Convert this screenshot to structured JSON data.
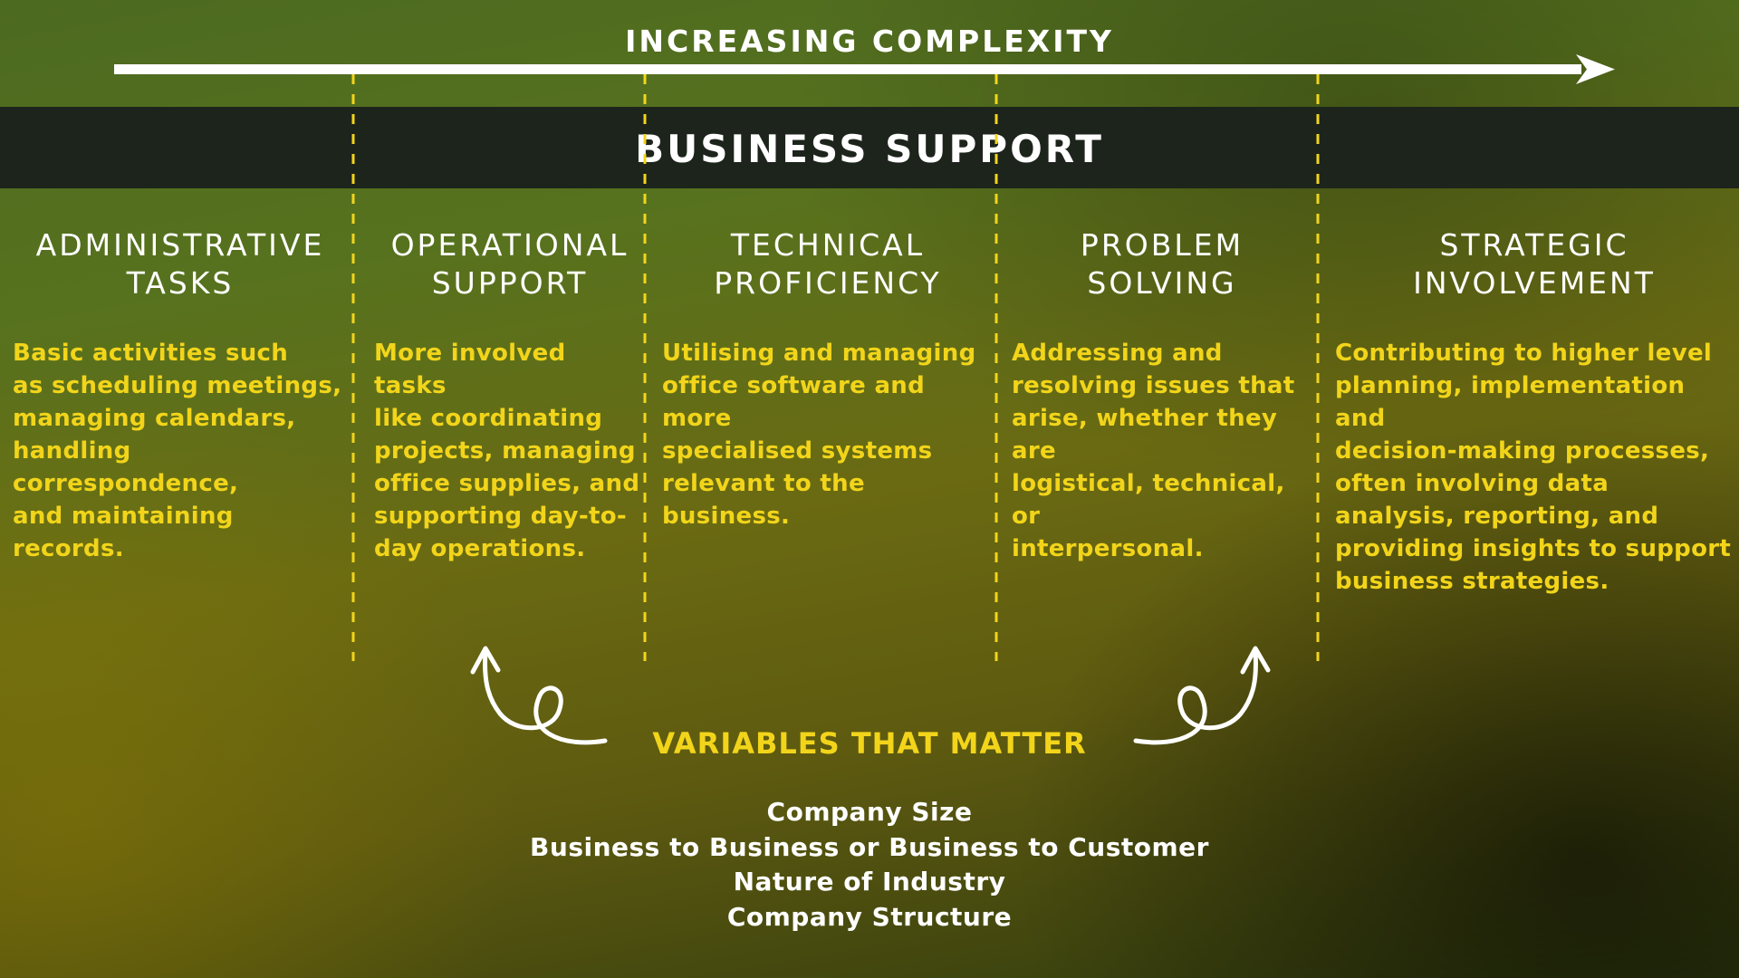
{
  "header": {
    "complexity_label": "INCREASING COMPLEXITY",
    "band_title": "BUSINESS SUPPORT"
  },
  "columns": [
    {
      "heading": "ADMINISTRATIVE\nTASKS",
      "description": "Basic activities such\nas scheduling meetings,\nmanaging calendars,\nhandling correspondence,\nand maintaining records."
    },
    {
      "heading": "OPERATIONAL\nSUPPORT",
      "description": "More involved tasks\nlike coordinating\nprojects, managing\noffice supplies, and\nsupporting day-to-\nday operations."
    },
    {
      "heading": "TECHNICAL\nPROFICIENCY",
      "description": "Utilising and managing\noffice software and more\nspecialised systems\nrelevant to the business."
    },
    {
      "heading": "PROBLEM\nSOLVING",
      "description": "Addressing and\nresolving issues that\narise, whether they are\nlogistical, technical, or\ninterpersonal."
    },
    {
      "heading": "STRATEGIC\nINVOLVEMENT",
      "description": "Contributing to higher level\nplanning, implementation and\ndecision-making processes,\noften involving data\nanalysis, reporting, and\nproviding insights to support\nbusiness strategies."
    }
  ],
  "variables": {
    "title": "VARIABLES THAT MATTER",
    "items": [
      "Company Size",
      "Business to Business or Business to Customer",
      "Nature of Industry",
      "Company Structure"
    ]
  },
  "colors": {
    "accent_yellow": "#f2d51a",
    "band_dark": "#1d241c",
    "text_white": "#ffffff"
  }
}
